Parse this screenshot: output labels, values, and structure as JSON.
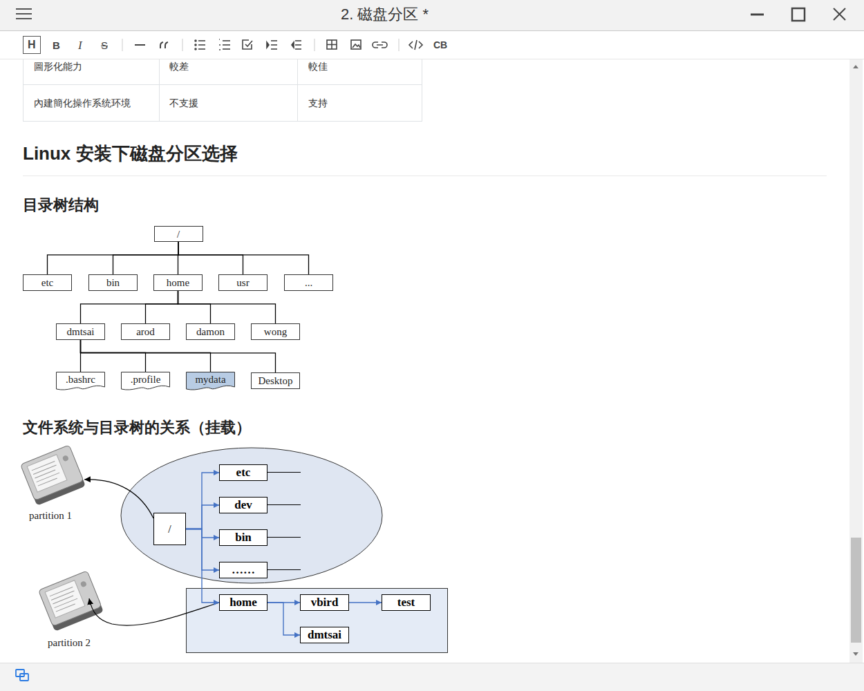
{
  "diagram": {
    "title": "2. 磁盘分区 *",
    "nodes": [
      {
        "text": [
          "/"
        ]
      },
      {
        "text": [
          "etc"
        ]
      },
      {
        "text": [
          "bin"
        ]
      },
      {
        "text": [
          "home"
        ]
      },
      {
        "text": [
          "usr"
        ]
      },
      {
        "text": [
          "..."
        ]
      },
      {
        "text": [
          "dmtsai"
        ]
      },
      {
        "text": [
          "arod"
        ]
      },
      {
        "text": [
          "damon"
        ]
      },
      {
        "text": [
          "wong"
        ]
      },
      {
        "text": [
          ".bashrc"
        ]
      },
      {
        "text": [
          ".profile"
        ]
      },
      {
        "text": [
          "mydata"
        ]
      },
      {
        "text": [
          "Desktop"
        ]
      },
      {
        "text": [
          "/"
        ]
      },
      {
        "text": [
          "etc"
        ]
      },
      {
        "text": [
          "dev"
        ]
      },
      {
        "text": [
          "bin"
        ]
      },
      {
        "text": [
          "……"
        ]
      },
      {
        "text": [
          "home"
        ]
      },
      {
        "text": [
          "vbird"
        ]
      },
      {
        "text": [
          "test"
        ]
      },
      {
        "text": [
          "dmtsai"
        ]
      }
    ],
    "edges": [
      {
        "from": 0,
        "to": 1,
        "arrow": "none"
      },
      {
        "from": 0,
        "to": 2,
        "arrow": "none"
      },
      {
        "from": 0,
        "to": 3,
        "arrow": "none"
      },
      {
        "from": 0,
        "to": 4,
        "arrow": "none"
      },
      {
        "from": 0,
        "to": 5,
        "arrow": "none"
      },
      {
        "from": 3,
        "to": 6,
        "arrow": "none"
      },
      {
        "from": 3,
        "to": 7,
        "arrow": "none"
      },
      {
        "from": 3,
        "to": 8,
        "arrow": "none"
      },
      {
        "from": 3,
        "to": 9,
        "arrow": "none"
      },
      {
        "from": 6,
        "to": 10,
        "arrow": "none"
      },
      {
        "from": 6,
        "to": 11,
        "arrow": "none"
      },
      {
        "from": 6,
        "to": 12,
        "arrow": "none"
      },
      {
        "from": 6,
        "to": 13,
        "arrow": "none"
      },
      {
        "from": 14,
        "to": 15,
        "arrow": "to"
      },
      {
        "from": 14,
        "to": 16,
        "arrow": "to"
      },
      {
        "from": 14,
        "to": 17,
        "arrow": "to"
      },
      {
        "from": 14,
        "to": 18,
        "arrow": "to"
      },
      {
        "from": 14,
        "to": 19,
        "arrow": "to"
      },
      {
        "from": 19,
        "to": 20,
        "arrow": "to"
      },
      {
        "from": 20,
        "to": 21,
        "arrow": "to"
      },
      {
        "from": 19,
        "to": 22,
        "arrow": "to"
      }
    ],
    "labels": [
      "H",
      "B",
      "I",
      "S",
      "CB",
      "圖形化能力",
      "較差",
      "較佳",
      "內建簡化操作系统环境",
      "不支援",
      "支持",
      "Linux 安装下磁盘分区选择",
      "目录树结构",
      "文件系统与目录树的关系（挂载）",
      "partition 1",
      "partition 2"
    ]
  }
}
